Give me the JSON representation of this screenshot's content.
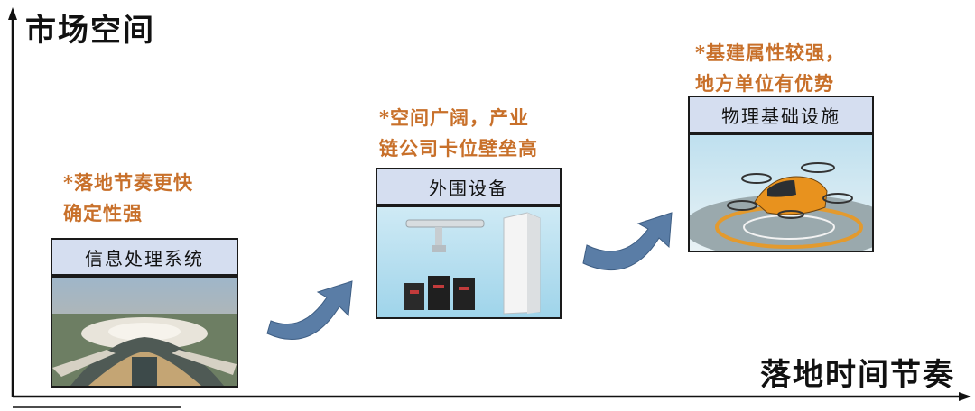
{
  "axes": {
    "y_label": "市场空间",
    "x_label": "落地时间节奏"
  },
  "stages": [
    {
      "title": "信息处理系统",
      "note_line1": "*落地节奏更快",
      "note_line2": "确定性强",
      "image": "airport-aerial-image"
    },
    {
      "title": "外围设备",
      "note_line1": "*空间广阔，产业",
      "note_line2": "链公司卡位壁垒高",
      "image": "radar-equipment-image"
    },
    {
      "title": "物理基础设施",
      "note_line1": "*基建属性较强，",
      "note_line2": "地方单位有优势",
      "image": "evtol-helipad-image"
    }
  ],
  "colors": {
    "note": "#c8702a",
    "label_box": "#d5def0",
    "arrow": "#5a7da6"
  }
}
